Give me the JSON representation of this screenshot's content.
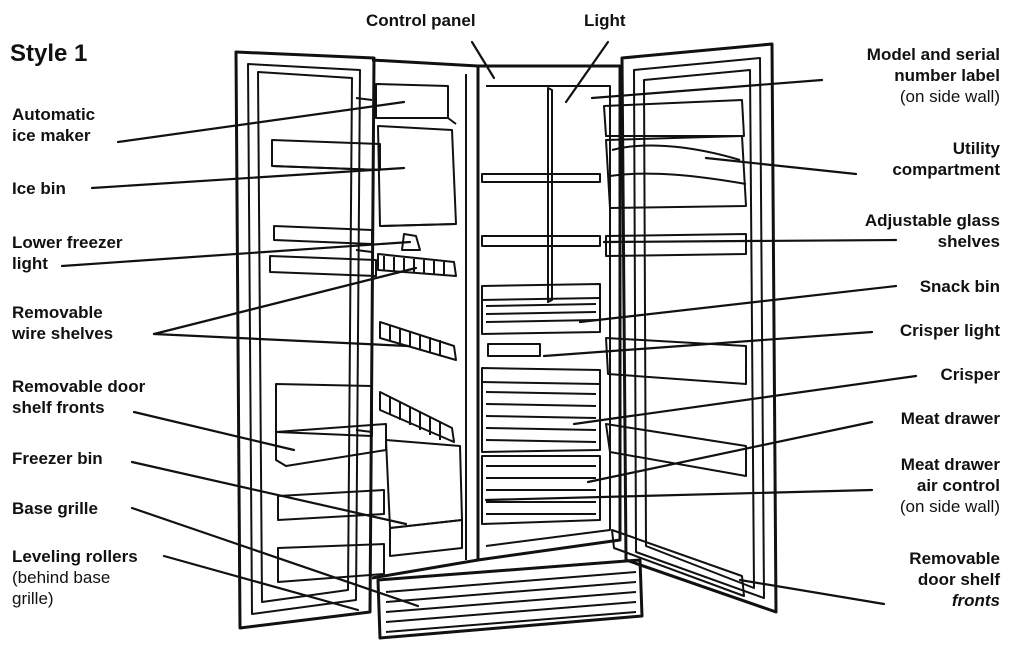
{
  "title": "Style 1",
  "labels": {
    "control_panel": "Control panel",
    "light": "Light",
    "model_serial_1": "Model and serial",
    "model_serial_2": "number label",
    "model_serial_3": "(on side wall)",
    "automatic_ice_maker_1": "Automatic",
    "automatic_ice_maker_2": "ice maker",
    "ice_bin": "Ice bin",
    "lower_freezer_light_1": "Lower freezer",
    "lower_freezer_light_2": "light",
    "removable_wire_shelves_1": "Removable",
    "removable_wire_shelves_2": "wire shelves",
    "removable_door_shelf_fronts_left_1": "Removable door",
    "removable_door_shelf_fronts_left_2": "shelf fronts",
    "freezer_bin": "Freezer bin",
    "base_grille": "Base grille",
    "leveling_rollers_1": "Leveling rollers",
    "leveling_rollers_2": "(behind base",
    "leveling_rollers_3": "grille)",
    "utility_compartment_1": "Utility",
    "utility_compartment_2": "compartment",
    "adjustable_glass_shelves_1": "Adjustable glass",
    "adjustable_glass_shelves_2": "shelves",
    "snack_bin": "Snack bin",
    "crisper_light": "Crisper light",
    "crisper": "Crisper",
    "meat_drawer": "Meat drawer",
    "meat_drawer_air_control_1": "Meat drawer",
    "meat_drawer_air_control_2": "air control",
    "meat_drawer_air_control_3": "(on side wall)",
    "removable_door_shelf_fronts_right_1": "Removable",
    "removable_door_shelf_fronts_right_2": "door shelf",
    "removable_door_shelf_fronts_right_3": "fronts"
  }
}
